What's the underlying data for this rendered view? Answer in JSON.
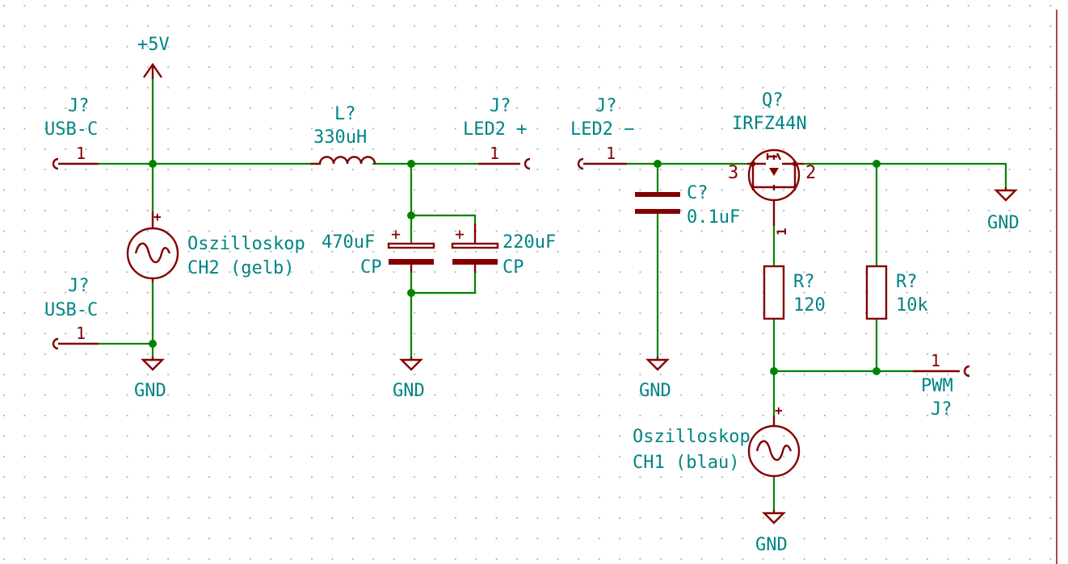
{
  "power": {
    "vcc": "+5V",
    "gnd": "GND"
  },
  "connectors": {
    "usb_top": {
      "ref": "J?",
      "value": "USB-C",
      "pin": "1"
    },
    "usb_bottom": {
      "ref": "J?",
      "value": "USB-C",
      "pin": "1"
    },
    "led_plus": {
      "ref": "J?",
      "value": "LED2 +",
      "pin": "1"
    },
    "led_minus": {
      "ref": "J?",
      "value": "LED2 −",
      "pin": "1"
    },
    "pwm": {
      "ref": "J?",
      "value": "PWM",
      "pin": "1"
    }
  },
  "components": {
    "inductor": {
      "ref": "L?",
      "value": "330uH"
    },
    "cap_470": {
      "value": "470uF",
      "ref": "CP",
      "plus": "+"
    },
    "cap_220": {
      "value": "220uF",
      "ref": "CP",
      "plus": "+"
    },
    "cap_small": {
      "ref": "C?",
      "value": "0.1uF"
    },
    "mosfet": {
      "ref": "Q?",
      "value": "IRFZ44N",
      "pin_left": "3",
      "pin_right": "2",
      "pin_bottom": "1"
    },
    "r120": {
      "ref": "R?",
      "value": "120"
    },
    "r10k": {
      "ref": "R?",
      "value": "10k"
    }
  },
  "scopes": {
    "ch2": {
      "name": "Oszilloskop",
      "channel": "CH2 (gelb)",
      "plus": "+"
    },
    "ch1": {
      "name": "Oszilloskop",
      "channel": "CH1 (blau)",
      "plus": "+"
    }
  },
  "colors": {
    "wire": "#008400",
    "component": "#840000",
    "text": "#008484",
    "grid_dot": "#b4b4b4"
  }
}
